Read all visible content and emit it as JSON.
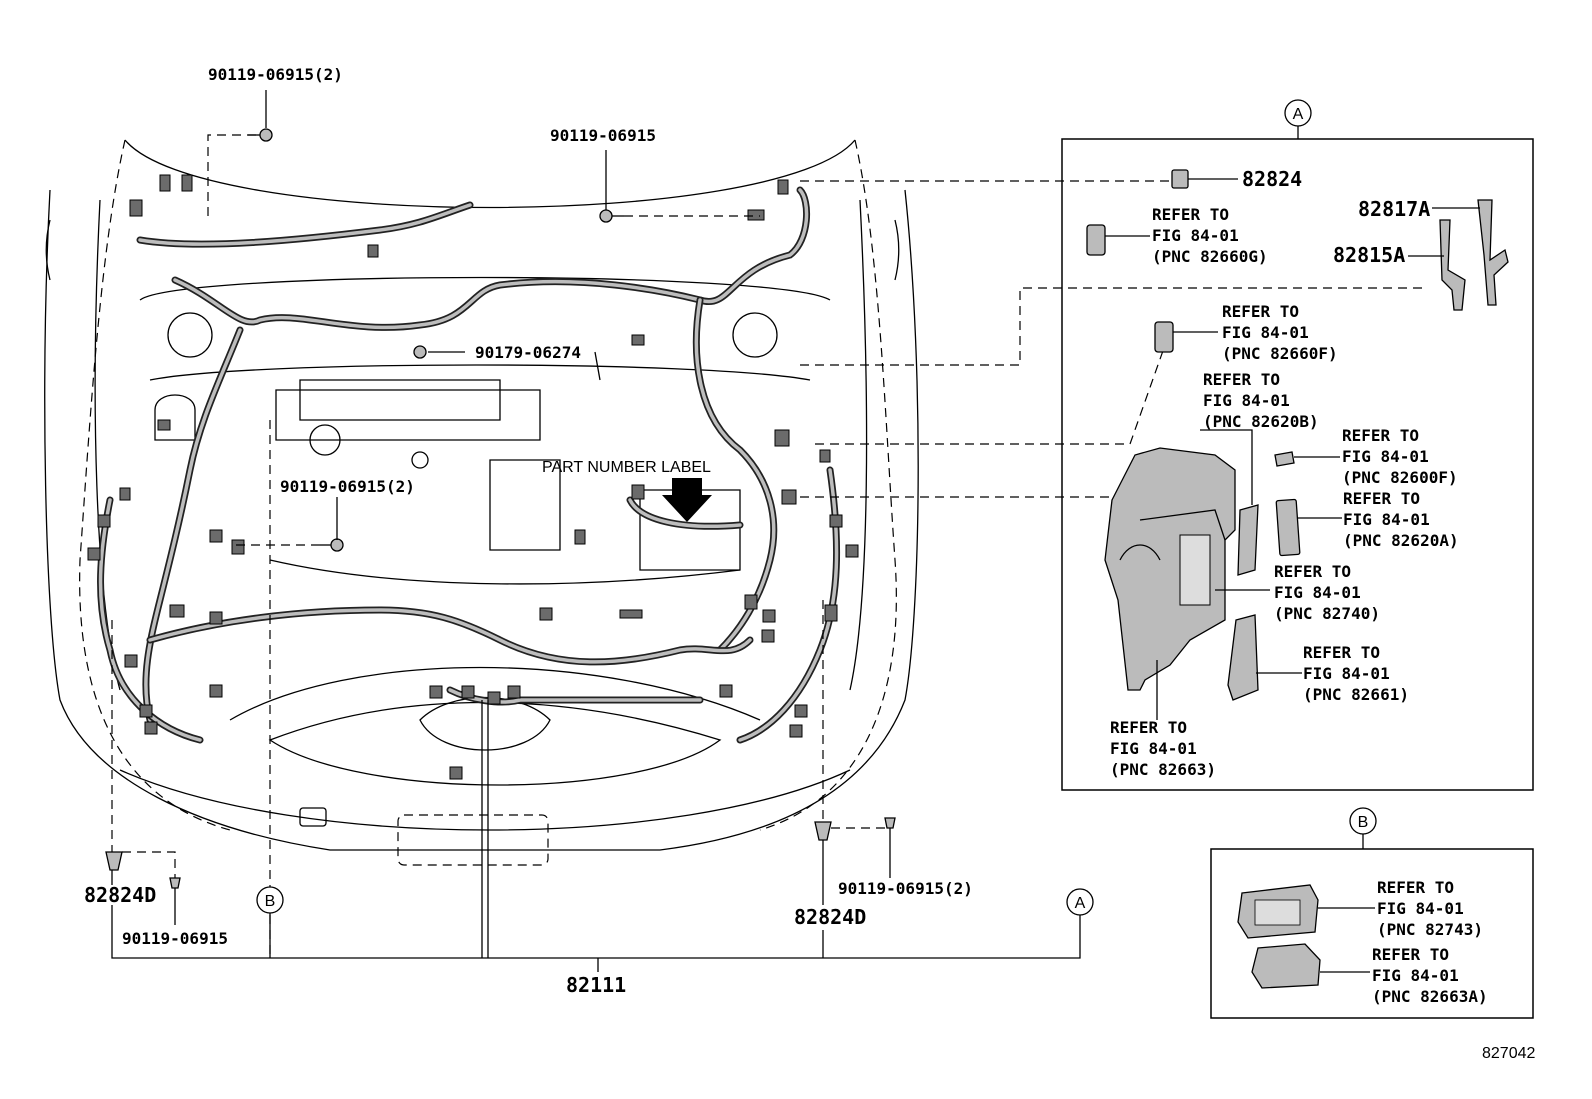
{
  "diagram_id": "827042",
  "section_markers": {
    "a": "A",
    "b": "B"
  },
  "annotation": "PART NUMBER LABEL",
  "left_callouts": {
    "bolt_top_left": "90119-06915(2)",
    "bolt_top_center": "90119-06915",
    "clip_center": "90179-06274",
    "bolt_mid_left": "90119-06915(2)",
    "bolt_bottom_right": "90119-06915(2)",
    "bolt_bottom_left": "90119-06915",
    "bracket_left": "82824D",
    "bracket_right": "82824D",
    "harness_main": "82111"
  },
  "panel_a": {
    "relay": "82824",
    "bracket_a": "82817A",
    "bracket_b": "82815A",
    "refs": [
      {
        "l1": "REFER TO",
        "l2": "FIG 84-01",
        "l3": "(PNC 82660G)"
      },
      {
        "l1": "REFER TO",
        "l2": "FIG 84-01",
        "l3": "(PNC 82660F)"
      },
      {
        "l1": "REFER TO",
        "l2": "FIG 84-01",
        "l3": "(PNC 82620B)"
      },
      {
        "l1": "REFER TO",
        "l2": "FIG 84-01",
        "l3": "(PNC 82600F)"
      },
      {
        "l1": "REFER TO",
        "l2": "FIG 84-01",
        "l3": "(PNC 82620A)"
      },
      {
        "l1": "REFER TO",
        "l2": "FIG 84-01",
        "l3": "(PNC 82740)"
      },
      {
        "l1": "REFER TO",
        "l2": "FIG 84-01",
        "l3": "(PNC 82661)"
      },
      {
        "l1": "REFER TO",
        "l2": "FIG 84-01",
        "l3": "(PNC 82663)"
      }
    ]
  },
  "panel_b": {
    "refs": [
      {
        "l1": "REFER TO",
        "l2": "FIG 84-01",
        "l3": "(PNC 82743)"
      },
      {
        "l1": "REFER TO",
        "l2": "FIG 84-01",
        "l3": "(PNC 82663A)"
      }
    ]
  }
}
